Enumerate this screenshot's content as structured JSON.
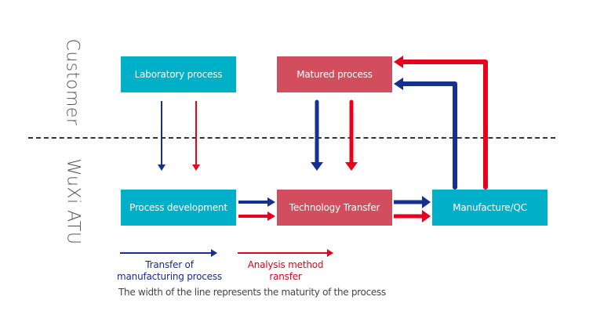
{
  "lanes": {
    "top": "Customer",
    "bottom": "WuXi ATU"
  },
  "boxes": {
    "laboratory_process": "Laboratory process",
    "matured_process": "Matured process",
    "process_development": "Process development",
    "technology_transfer": "Technology Transfer",
    "manufacture_qc": "Manufacture/QC"
  },
  "legend": {
    "blue_label_line1": "Transfer of",
    "blue_label_line2": "manufacturing process",
    "red_label_line1": "Analysis method",
    "red_label_line2": "ransfer",
    "note": "The width of the line represents the maturity of the process"
  },
  "colors": {
    "teal": "#00b0c8",
    "rose": "#d24d5e",
    "blue": "#15308f",
    "red": "#e8001c"
  }
}
